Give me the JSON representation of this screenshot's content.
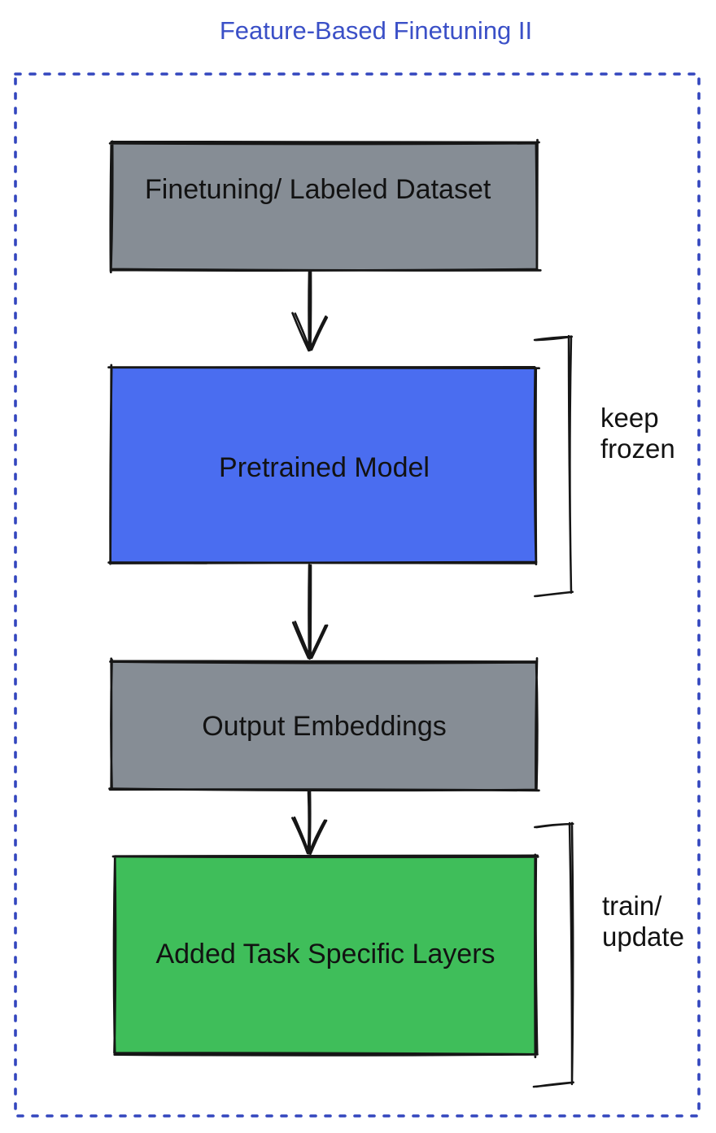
{
  "title": {
    "text": "Feature-Based Finetuning II",
    "color": "#3B50C7"
  },
  "frame": {
    "style": "dashed",
    "color": "#3346BE"
  },
  "ink_color": "#161616",
  "flow": {
    "boxes": [
      {
        "label": "Finetuning/ Labeled Dataset",
        "fill": "#868D95"
      },
      {
        "label": "Pretrained Model",
        "fill": "#4A6DF0"
      },
      {
        "label": "Output Embeddings",
        "fill": "#868D95"
      },
      {
        "label": "Added Task Specific Layers",
        "fill": "#3FBE5A"
      }
    ],
    "connectors": [
      {
        "type": "arrow-down",
        "from": "Finetuning/ Labeled Dataset",
        "to": "Pretrained Model"
      },
      {
        "type": "arrow-down",
        "from": "Pretrained Model",
        "to": "Output Embeddings"
      },
      {
        "type": "arrow-down",
        "from": "Output Embeddings",
        "to": "Added Task Specific Layers"
      }
    ],
    "annotations": [
      {
        "label": "keep frozen",
        "attached_to": "Pretrained Model"
      },
      {
        "label": "train/ update",
        "attached_to": "Added Task Specific Layers"
      }
    ]
  }
}
